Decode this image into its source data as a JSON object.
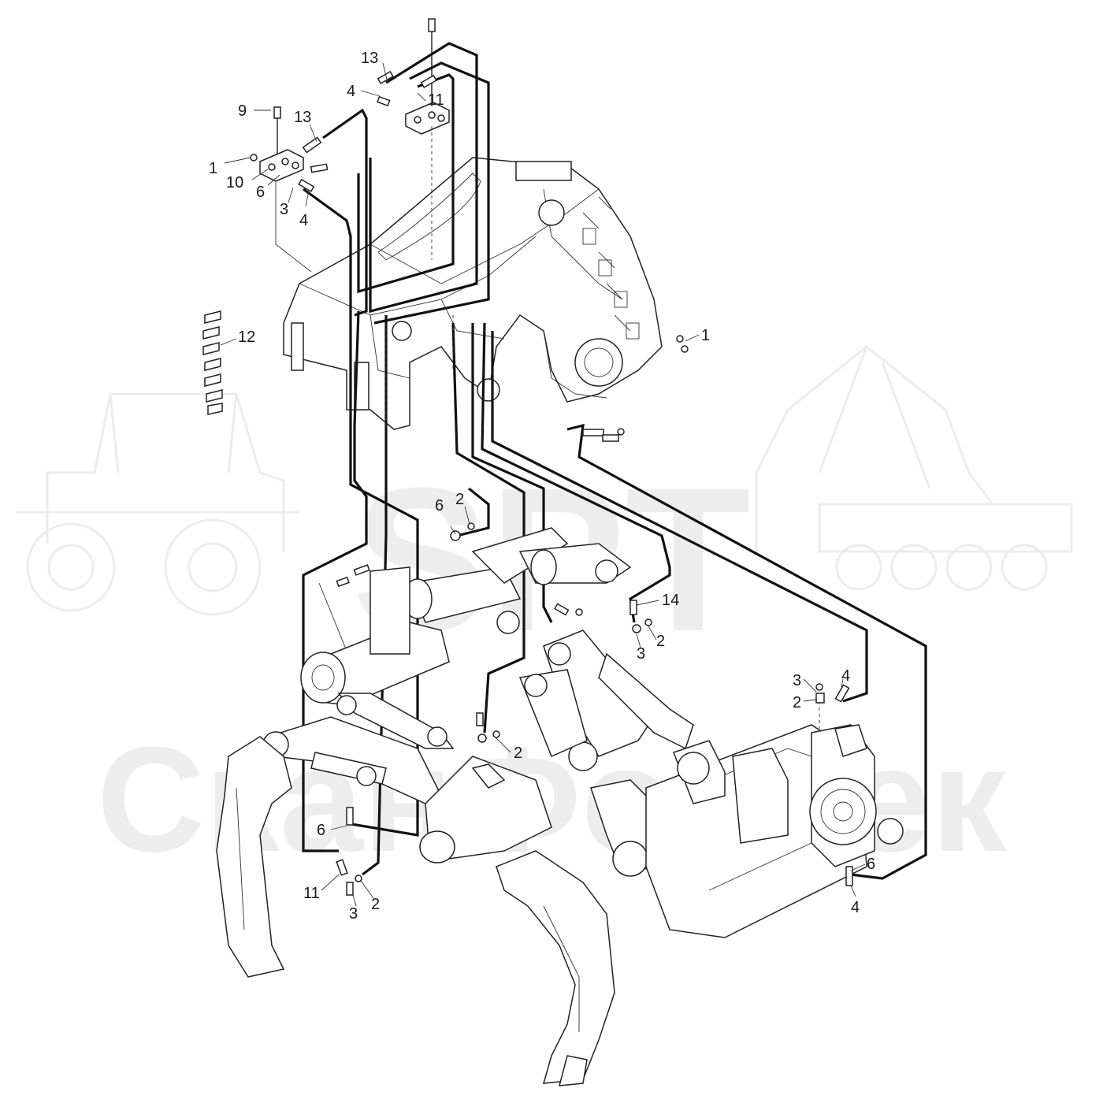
{
  "watermark": {
    "logo_text": "SPT",
    "brand_text": "СканФорТек"
  },
  "diagram": {
    "type": "exploded parts diagram",
    "callouts": [
      {
        "id": "c-13a",
        "text": "13"
      },
      {
        "id": "c-4a",
        "text": "4"
      },
      {
        "id": "c-11a",
        "text": "11"
      },
      {
        "id": "c-9",
        "text": "9"
      },
      {
        "id": "c-13b",
        "text": "13"
      },
      {
        "id": "c-1a",
        "text": "1"
      },
      {
        "id": "c-10",
        "text": "10"
      },
      {
        "id": "c-6a",
        "text": "6"
      },
      {
        "id": "c-3a",
        "text": "3"
      },
      {
        "id": "c-4b",
        "text": "4"
      },
      {
        "id": "c-12",
        "text": "12"
      },
      {
        "id": "c-1b",
        "text": "1"
      },
      {
        "id": "c-6b",
        "text": "6"
      },
      {
        "id": "c-2a",
        "text": "2"
      },
      {
        "id": "c-14",
        "text": "14"
      },
      {
        "id": "c-2b",
        "text": "2"
      },
      {
        "id": "c-3b",
        "text": "3"
      },
      {
        "id": "c-3c",
        "text": "3"
      },
      {
        "id": "c-4c",
        "text": "4"
      },
      {
        "id": "c-2c",
        "text": "2"
      },
      {
        "id": "c-2d",
        "text": "2"
      },
      {
        "id": "c-6c",
        "text": "6"
      },
      {
        "id": "c-11b",
        "text": "11"
      },
      {
        "id": "c-3d",
        "text": "3"
      },
      {
        "id": "c-2e",
        "text": "2"
      },
      {
        "id": "c-6d",
        "text": "6"
      },
      {
        "id": "c-4d",
        "text": "4"
      }
    ]
  }
}
